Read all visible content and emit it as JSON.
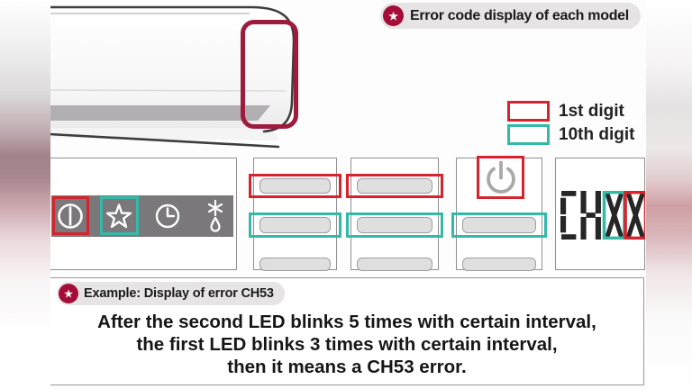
{
  "colors": {
    "accent_red": "#d6242e",
    "accent_teal": "#33b9a7",
    "badge_maroon": "#a50d39",
    "highlight_maroon": "#9e1b3e",
    "indicator_bar_gray": "#7a787b",
    "led_fill": "#dfdfdf",
    "segment_dark": "#262626"
  },
  "icons": {
    "star_glyph": "★"
  },
  "header_badge": {
    "icon": "star-icon",
    "label": "Error code display of each model"
  },
  "legend": {
    "items": [
      {
        "label": "1st digit",
        "color": "#d6242e"
      },
      {
        "label": "10th digit",
        "color": "#33b9a7"
      }
    ]
  },
  "model_panels": {
    "icon_panel": {
      "icons": [
        {
          "name": "power-icon",
          "highlight": "1st digit"
        },
        {
          "name": "star-icon",
          "highlight": "10th digit"
        },
        {
          "name": "timer-icon",
          "highlight": ""
        },
        {
          "name": "defrost-icon",
          "highlight": ""
        }
      ]
    },
    "led_panel_a": {
      "leds": [
        "1st digit",
        "10th digit",
        ""
      ]
    },
    "led_panel_b": {
      "leds": [
        "1st digit",
        "10th digit",
        ""
      ]
    },
    "power_led_panel": {
      "power_icon_highlight": "1st digit",
      "leds": [
        "10th digit",
        ""
      ]
    },
    "segment_display_panel": {
      "value": "CH XX",
      "prefix": "CH",
      "tenth_digit": "X",
      "first_digit": "X"
    }
  },
  "example_box": {
    "badge": {
      "icon": "star-icon",
      "label": "Example: Display of error CH53"
    },
    "lines": [
      "After the second LED blinks 5 times with certain interval,",
      "the first LED blinks 3 times with certain interval,",
      "then it means a CH53 error."
    ]
  }
}
